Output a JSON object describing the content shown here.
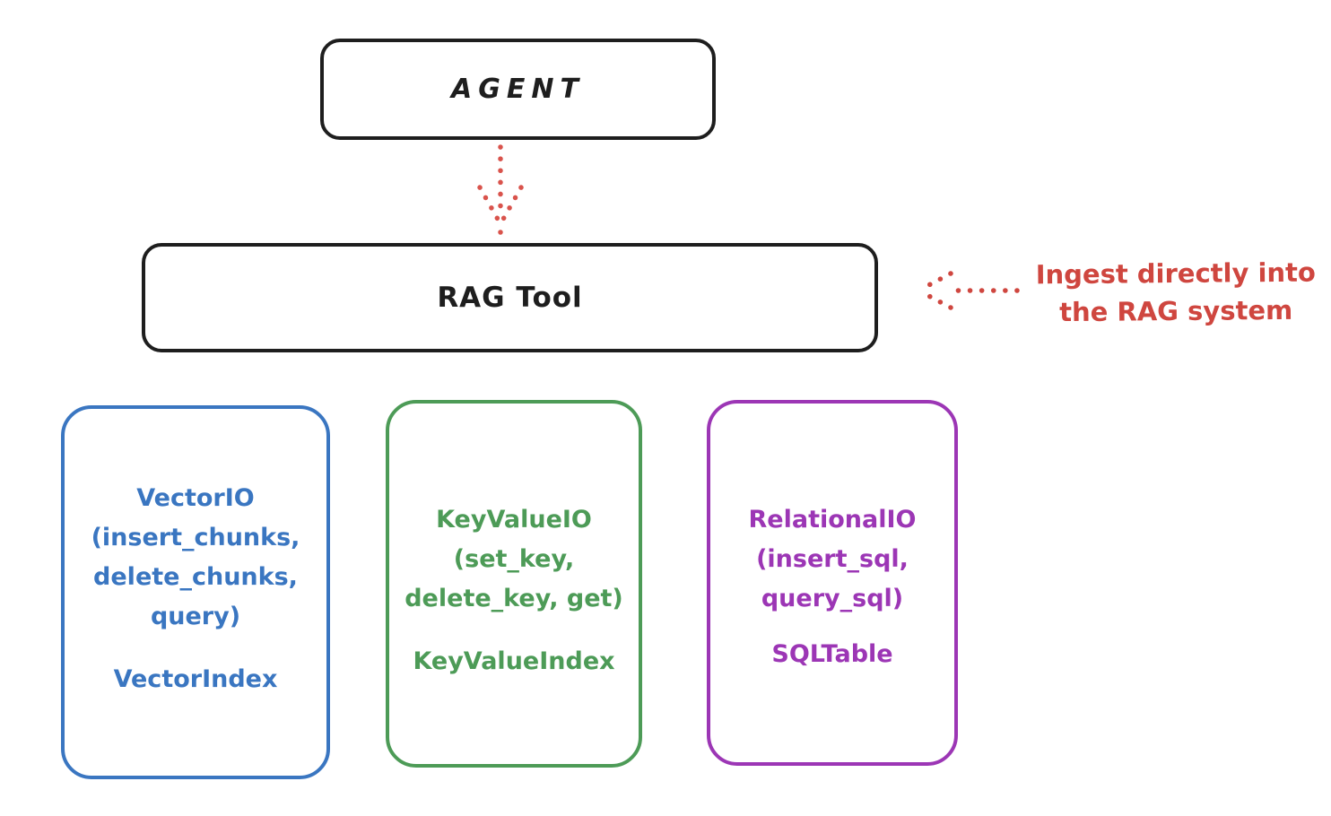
{
  "canvas": {
    "background": "#ffffff",
    "ink": "#1e1e1e"
  },
  "nodes": {
    "agent": {
      "label": "AGENT"
    },
    "rag_tool": {
      "label": "RAG Tool"
    }
  },
  "annotation": {
    "line1": "Ingest directly into",
    "line2": "the RAG system",
    "color": "#cf463f"
  },
  "arrows": {
    "agent_to_rag": {
      "style": "dotted",
      "direction": "down",
      "color": "#d9534c"
    },
    "annotation_to_rag": {
      "style": "dotted",
      "direction": "left",
      "color": "#cf463f"
    }
  },
  "io_boxes": [
    {
      "name": "vector-io",
      "color": "#3a76c1",
      "title_lines": [
        "VectorIO",
        "(insert_chunks,",
        "delete_chunks,",
        "query)"
      ],
      "index_label": "VectorIndex"
    },
    {
      "name": "keyvalue-io",
      "color": "#4d9b57",
      "title_lines": [
        "KeyValueIO",
        "(set_key,",
        "delete_key, get)"
      ],
      "index_label": "KeyValueIndex"
    },
    {
      "name": "relational-io",
      "color": "#9c36b5",
      "title_lines": [
        "RelationalIO",
        "(insert_sql,",
        "query_sql)"
      ],
      "index_label": "SQLTable"
    }
  ]
}
